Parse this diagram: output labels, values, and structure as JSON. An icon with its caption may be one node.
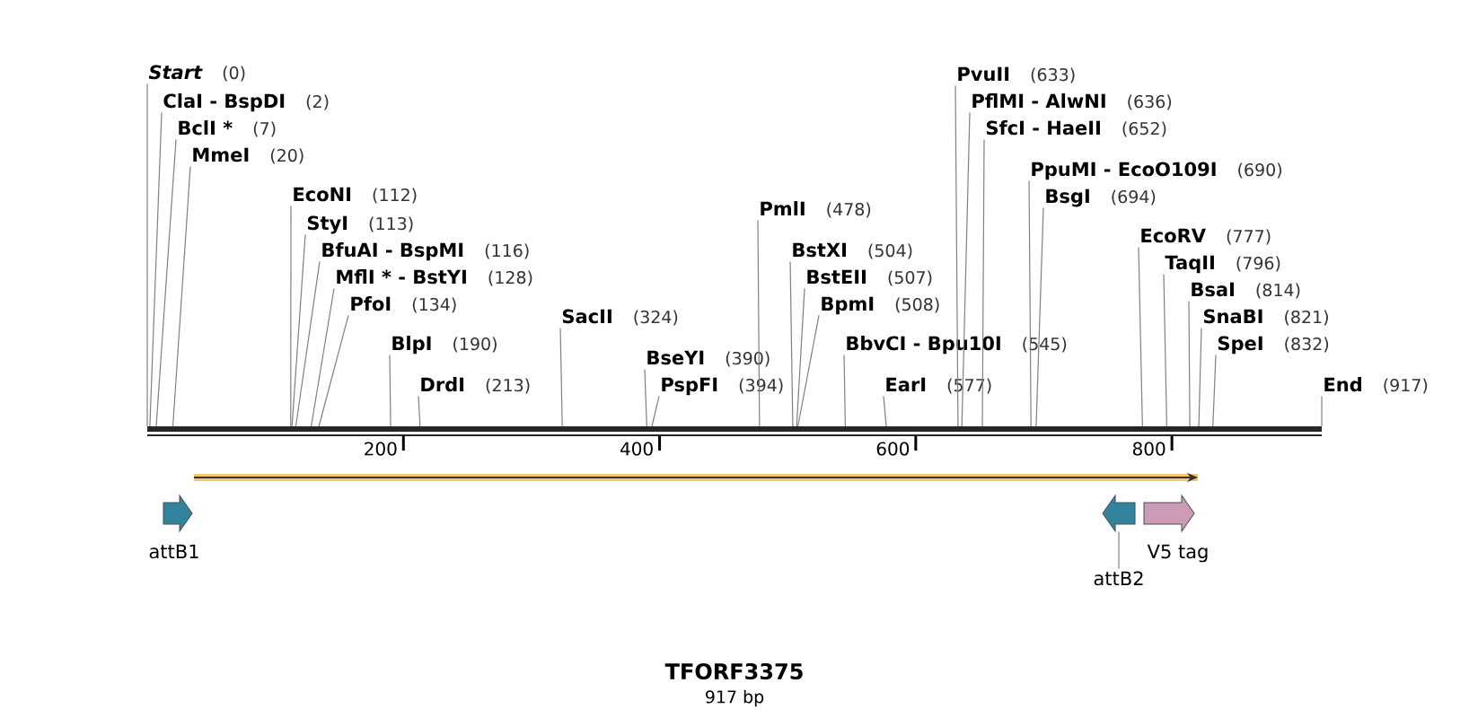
{
  "diagram": {
    "title": "TFORF3375",
    "caption": "917 bp",
    "nodes": [
      {
        "text": [
          "Start",
          "(0)"
        ]
      },
      {
        "text": [
          "ClaI - BspDI",
          "(2)"
        ]
      },
      {
        "text": [
          "BclI *",
          "(7)"
        ]
      },
      {
        "text": [
          "MmeI",
          "(20)"
        ]
      },
      {
        "text": [
          "EcoNI",
          "(112)"
        ]
      },
      {
        "text": [
          "StyI",
          "(113)"
        ]
      },
      {
        "text": [
          "BfuAI - BspMI",
          "(116)"
        ]
      },
      {
        "text": [
          "MflI * - BstYI",
          "(128)"
        ]
      },
      {
        "text": [
          "PfoI",
          "(134)"
        ]
      },
      {
        "text": [
          "BlpI",
          "(190)"
        ]
      },
      {
        "text": [
          "DrdI",
          "(213)"
        ]
      },
      {
        "text": [
          "SacII",
          "(324)"
        ]
      },
      {
        "text": [
          "BseYI",
          "(390)"
        ]
      },
      {
        "text": [
          "PspFI",
          "(394)"
        ]
      },
      {
        "text": [
          "PmlI",
          "(478)"
        ]
      },
      {
        "text": [
          "BstXI",
          "(504)"
        ]
      },
      {
        "text": [
          "BstEII",
          "(507)"
        ]
      },
      {
        "text": [
          "BpmI",
          "(508)"
        ]
      },
      {
        "text": [
          "BbvCI - Bpu10I",
          "(545)"
        ]
      },
      {
        "text": [
          "EarI",
          "(577)"
        ]
      },
      {
        "text": [
          "PvuII",
          "(633)"
        ]
      },
      {
        "text": [
          "PflMI - AlwNI",
          "(636)"
        ]
      },
      {
        "text": [
          "SfcI - HaeII",
          "(652)"
        ]
      },
      {
        "text": [
          "PpuMI - EcoO109I",
          "(690)"
        ]
      },
      {
        "text": [
          "BsgI",
          "(694)"
        ]
      },
      {
        "text": [
          "EcoRV",
          "(777)"
        ]
      },
      {
        "text": [
          "TaqII",
          "(796)"
        ]
      },
      {
        "text": [
          "BsaI",
          "(814)"
        ]
      },
      {
        "text": [
          "SnaBI",
          "(821)"
        ]
      },
      {
        "text": [
          "SpeI",
          "(832)"
        ]
      },
      {
        "text": [
          "End",
          "(917)"
        ]
      },
      {
        "text": [],
        "shape": "bar"
      },
      {
        "text": [
          "attB1"
        ]
      },
      {
        "text": [],
        "shape": "arrow"
      },
      {
        "text": [
          "attB2"
        ]
      },
      {
        "text": [
          "V5 tag"
        ]
      }
    ],
    "edges": [
      {
        "from": 0,
        "to": 31,
        "arrow": "none"
      },
      {
        "from": 1,
        "to": 31,
        "arrow": "none"
      },
      {
        "from": 2,
        "to": 31,
        "arrow": "none"
      },
      {
        "from": 3,
        "to": 31,
        "arrow": "none"
      },
      {
        "from": 4,
        "to": 31,
        "arrow": "none"
      },
      {
        "from": 5,
        "to": 31,
        "arrow": "none"
      },
      {
        "from": 6,
        "to": 31,
        "arrow": "none"
      },
      {
        "from": 7,
        "to": 31,
        "arrow": "none"
      },
      {
        "from": 8,
        "to": 31,
        "arrow": "none"
      },
      {
        "from": 9,
        "to": 31,
        "arrow": "none"
      },
      {
        "from": 10,
        "to": 31,
        "arrow": "none"
      },
      {
        "from": 11,
        "to": 31,
        "arrow": "none"
      },
      {
        "from": 12,
        "to": 31,
        "arrow": "none"
      },
      {
        "from": 13,
        "to": 31,
        "arrow": "none"
      },
      {
        "from": 14,
        "to": 31,
        "arrow": "none"
      },
      {
        "from": 15,
        "to": 31,
        "arrow": "none"
      },
      {
        "from": 16,
        "to": 31,
        "arrow": "none"
      },
      {
        "from": 17,
        "to": 31,
        "arrow": "none"
      },
      {
        "from": 18,
        "to": 31,
        "arrow": "none"
      },
      {
        "from": 19,
        "to": 31,
        "arrow": "none"
      },
      {
        "from": 20,
        "to": 31,
        "arrow": "none"
      },
      {
        "from": 21,
        "to": 31,
        "arrow": "none"
      },
      {
        "from": 22,
        "to": 31,
        "arrow": "none"
      },
      {
        "from": 23,
        "to": 31,
        "arrow": "none"
      },
      {
        "from": 24,
        "to": 31,
        "arrow": "none"
      },
      {
        "from": 25,
        "to": 31,
        "arrow": "none"
      },
      {
        "from": 26,
        "to": 31,
        "arrow": "none"
      },
      {
        "from": 27,
        "to": 31,
        "arrow": "none"
      },
      {
        "from": 28,
        "to": 31,
        "arrow": "none"
      },
      {
        "from": 29,
        "to": 31,
        "arrow": "none"
      },
      {
        "from": 30,
        "to": 31,
        "arrow": "none"
      },
      {
        "from": 34,
        "to": 33,
        "arrow": "none"
      }
    ],
    "labels": [
      "200",
      "400",
      "600",
      "800"
    ]
  }
}
